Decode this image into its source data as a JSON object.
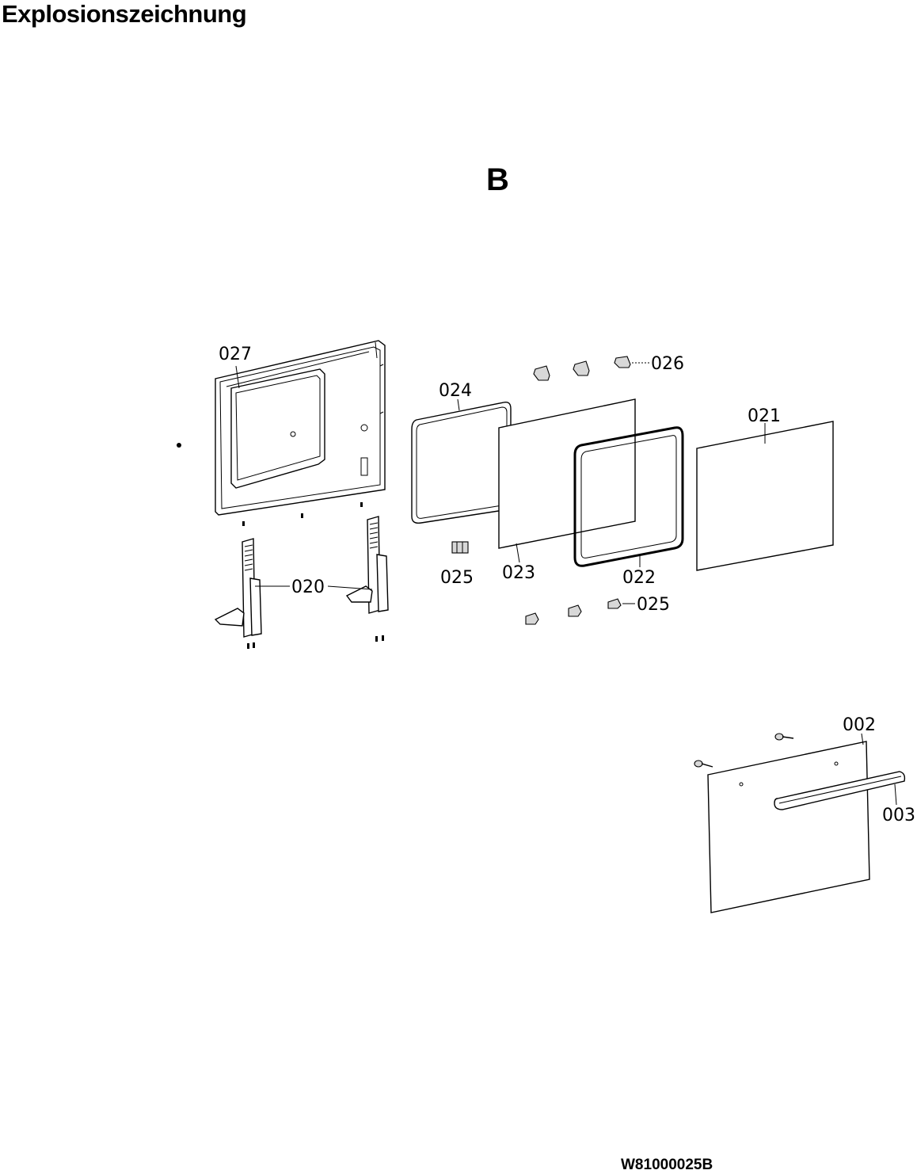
{
  "header": {
    "title": "Explosionszeichnung"
  },
  "section": {
    "letter": "B"
  },
  "footer": {
    "code": "W81000025B"
  },
  "part_labels": {
    "p027": "027",
    "p026": "026",
    "p024": "024",
    "p021": "021",
    "p020": "020",
    "p025a": "025",
    "p023": "023",
    "p022": "022",
    "p025b": "025",
    "p002": "002",
    "p003": "003"
  }
}
